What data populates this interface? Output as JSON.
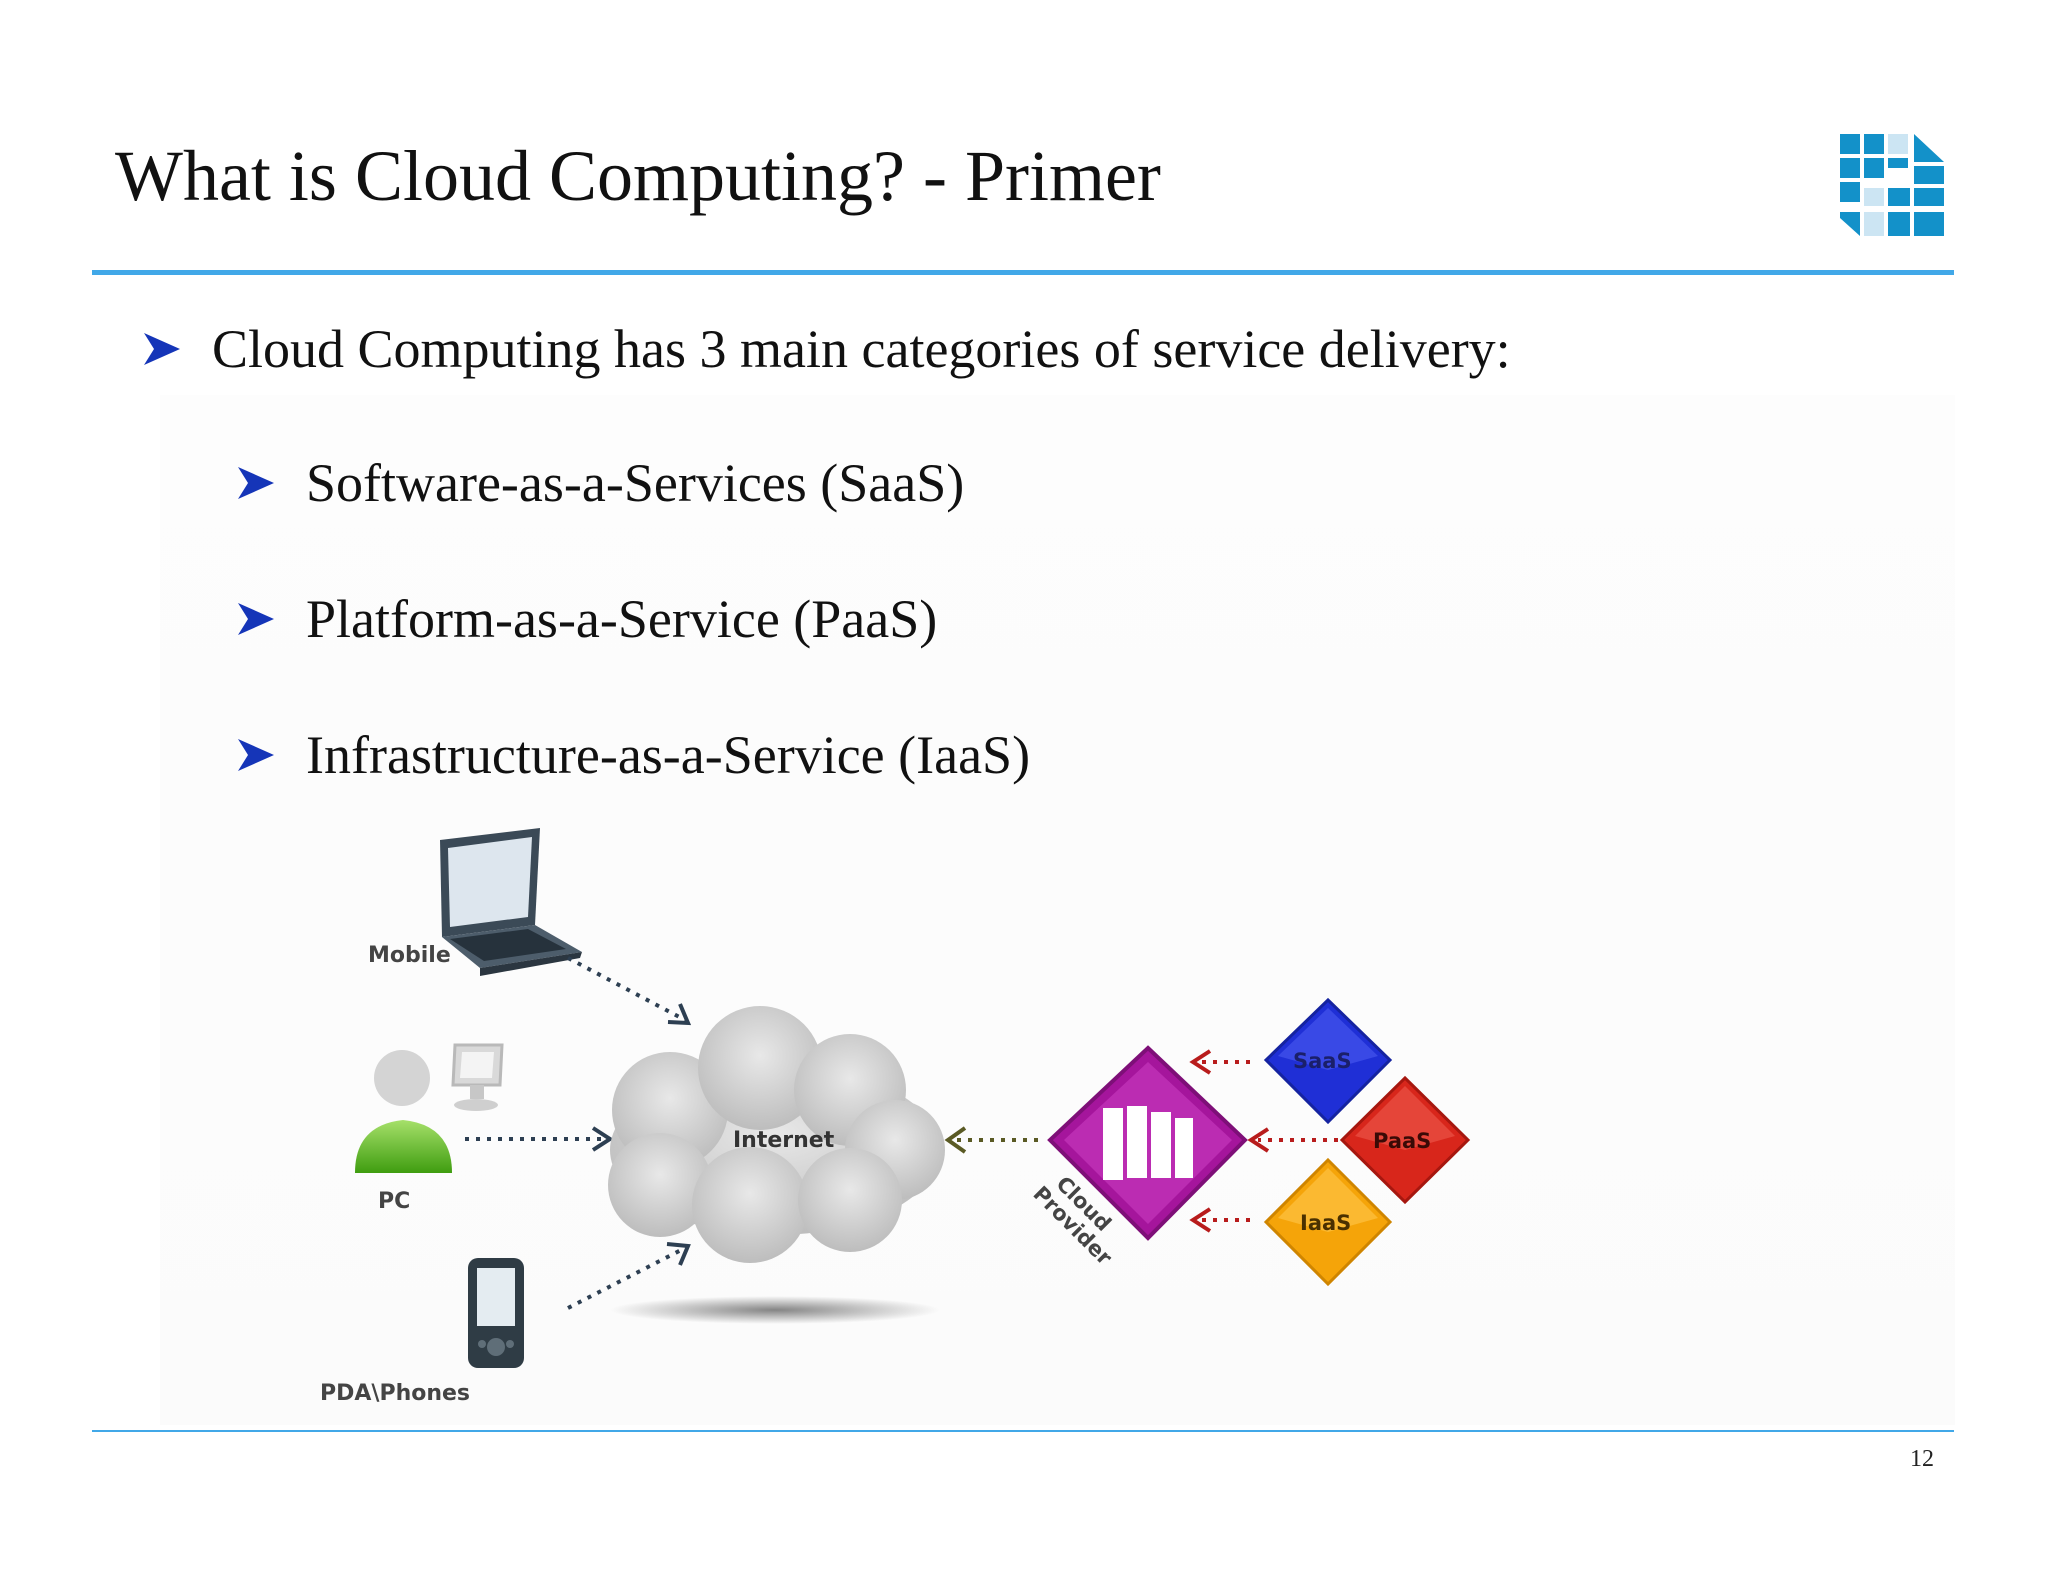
{
  "slide": {
    "title": "What is Cloud Computing? - Primer",
    "page_number": "12",
    "accent_color": "#41a8e8",
    "bullet_color": "#1535b8"
  },
  "bullets": [
    {
      "text": "Cloud Computing has 3 main categories of service delivery:",
      "level": 1
    },
    {
      "text": "Software-as-a-Services (SaaS)",
      "level": 2
    },
    {
      "text": "Platform-as-a-Service (PaaS)",
      "level": 2
    },
    {
      "text": "Infrastructure-as-a-Service (IaaS)",
      "level": 2
    }
  ],
  "diagram": {
    "labels": {
      "mobile": "Mobile",
      "pc": "PC",
      "pda": "PDA\\Phones",
      "internet": "Internet",
      "cloud_provider_line1": "Cloud",
      "cloud_provider_line2": "Provider",
      "saas": "SaaS",
      "paas": "PaaS",
      "iaas": "IaaS"
    },
    "colors": {
      "saas": "#1f2fd6",
      "paas": "#d8261b",
      "iaas": "#f5a409",
      "provider": "#a5159c",
      "cloud": "#cfcfcf",
      "pc_user": "#62c21c"
    },
    "icons": [
      "laptop-icon",
      "pc-user-icon",
      "pda-phone-icon",
      "internet-cloud-icon",
      "cloud-provider-server-icon"
    ]
  }
}
